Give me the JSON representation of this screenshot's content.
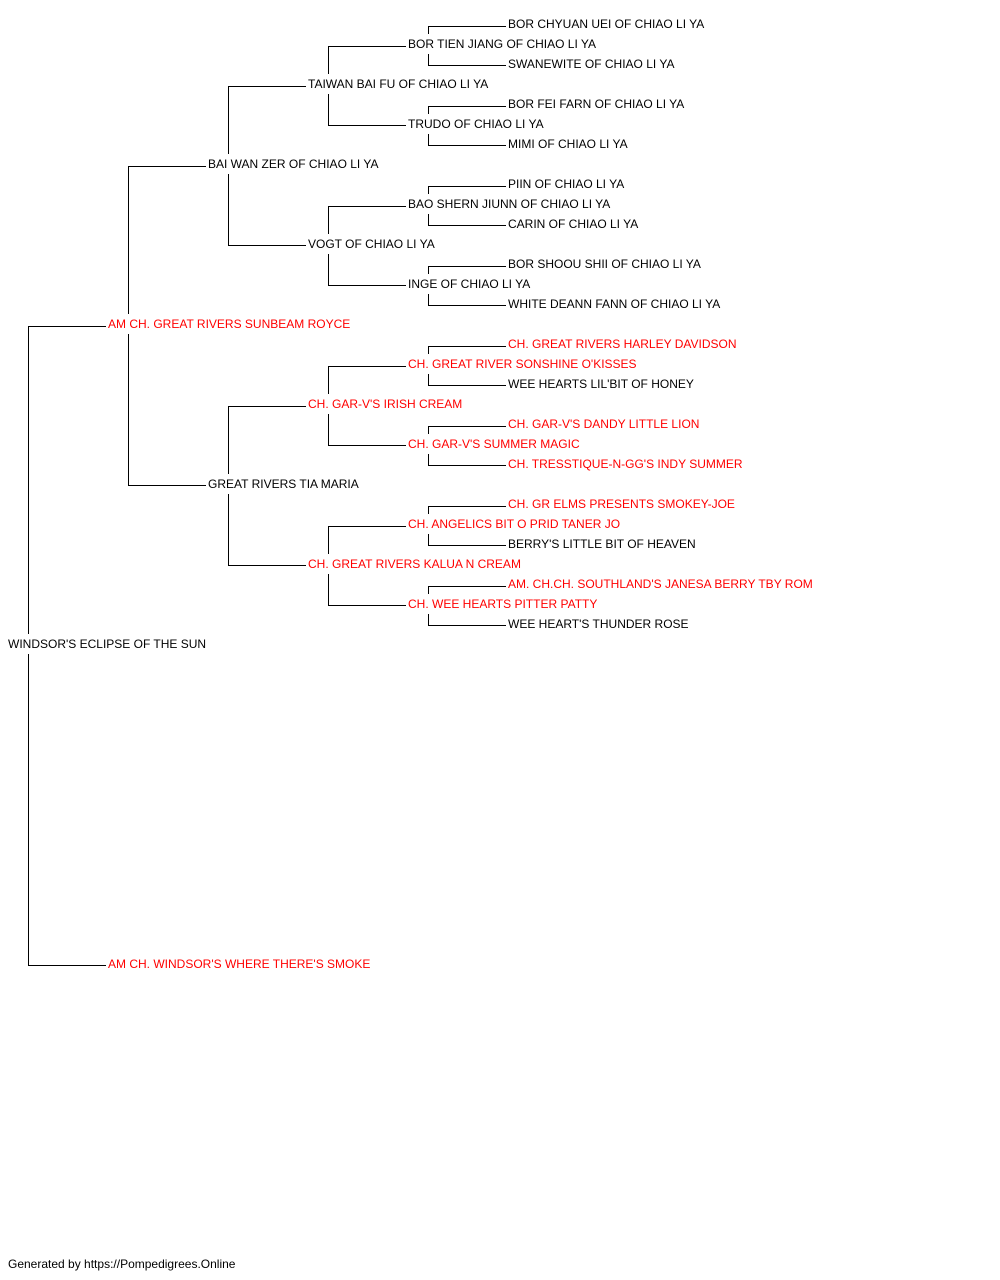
{
  "colors": {
    "champion": "#ff0000",
    "normal": "#000000",
    "connector": "#000000"
  },
  "pedigree": {
    "name": "WINDSOR'S ECLIPSE OF THE SUN",
    "titled": false,
    "sire": {
      "name": "AM CH. GREAT RIVERS SUNBEAM ROYCE",
      "titled": true,
      "sire": {
        "name": "BAI WAN ZER OF CHIAO LI YA",
        "titled": false,
        "sire": {
          "name": "TAIWAN BAI FU OF CHIAO LI YA",
          "titled": false,
          "sire": {
            "name": "BOR TIEN JIANG OF CHIAO LI YA",
            "titled": false,
            "sire": {
              "name": "BOR CHYUAN UEI OF CHIAO LI YA",
              "titled": false
            },
            "dam": {
              "name": "SWANEWITE OF CHIAO LI YA",
              "titled": false
            }
          },
          "dam": {
            "name": "TRUDO OF CHIAO LI YA",
            "titled": false,
            "sire": {
              "name": "BOR FEI FARN OF CHIAO LI YA",
              "titled": false
            },
            "dam": {
              "name": "MIMI OF CHIAO LI YA",
              "titled": false
            }
          }
        },
        "dam": {
          "name": "VOGT OF CHIAO LI YA",
          "titled": false,
          "sire": {
            "name": "BAO SHERN JIUNN OF CHIAO LI YA",
            "titled": false,
            "sire": {
              "name": "PIIN OF CHIAO LI YA",
              "titled": false
            },
            "dam": {
              "name": "CARIN OF CHIAO LI YA",
              "titled": false
            }
          },
          "dam": {
            "name": "INGE OF CHIAO LI YA",
            "titled": false,
            "sire": {
              "name": "BOR SHOOU SHII OF CHIAO LI YA",
              "titled": false
            },
            "dam": {
              "name": "WHITE DEANN FANN OF CHIAO LI YA",
              "titled": false
            }
          }
        }
      },
      "dam": {
        "name": "GREAT RIVERS TIA MARIA",
        "titled": false,
        "sire": {
          "name": "CH. GAR-V'S IRISH CREAM",
          "titled": true,
          "sire": {
            "name": "CH. GREAT RIVER SONSHINE O'KISSES",
            "titled": true,
            "sire": {
              "name": "CH. GREAT RIVERS HARLEY DAVIDSON",
              "titled": true
            },
            "dam": {
              "name": "WEE HEARTS LIL'BIT OF HONEY",
              "titled": false
            }
          },
          "dam": {
            "name": "CH. GAR-V'S SUMMER MAGIC",
            "titled": true,
            "sire": {
              "name": "CH. GAR-V'S DANDY LITTLE LION",
              "titled": true
            },
            "dam": {
              "name": "CH. TRESSTIQUE-N-GG'S INDY SUMMER",
              "titled": true
            }
          }
        },
        "dam": {
          "name": "CH. GREAT RIVERS KALUA N CREAM",
          "titled": true,
          "sire": {
            "name": "CH. ANGELICS BIT O PRID TANER JO",
            "titled": true,
            "sire": {
              "name": "CH. GR ELMS PRESENTS SMOKEY-JOE",
              "titled": true
            },
            "dam": {
              "name": "BERRY'S LITTLE BIT OF HEAVEN",
              "titled": false
            }
          },
          "dam": {
            "name": "CH. WEE HEARTS PITTER PATTY",
            "titled": true,
            "sire": {
              "name": "AM. CH.CH. SOUTHLAND'S JANESA BERRY TBY ROM",
              "titled": true
            },
            "dam": {
              "name": "WEE HEART'S THUNDER ROSE",
              "titled": false
            }
          }
        }
      }
    },
    "dam": {
      "name": "AM CH. WINDSOR'S WHERE THERE'S SMOKE",
      "titled": true
    }
  },
  "footer": {
    "text": "Generated by https://Pompedigrees.Online"
  }
}
